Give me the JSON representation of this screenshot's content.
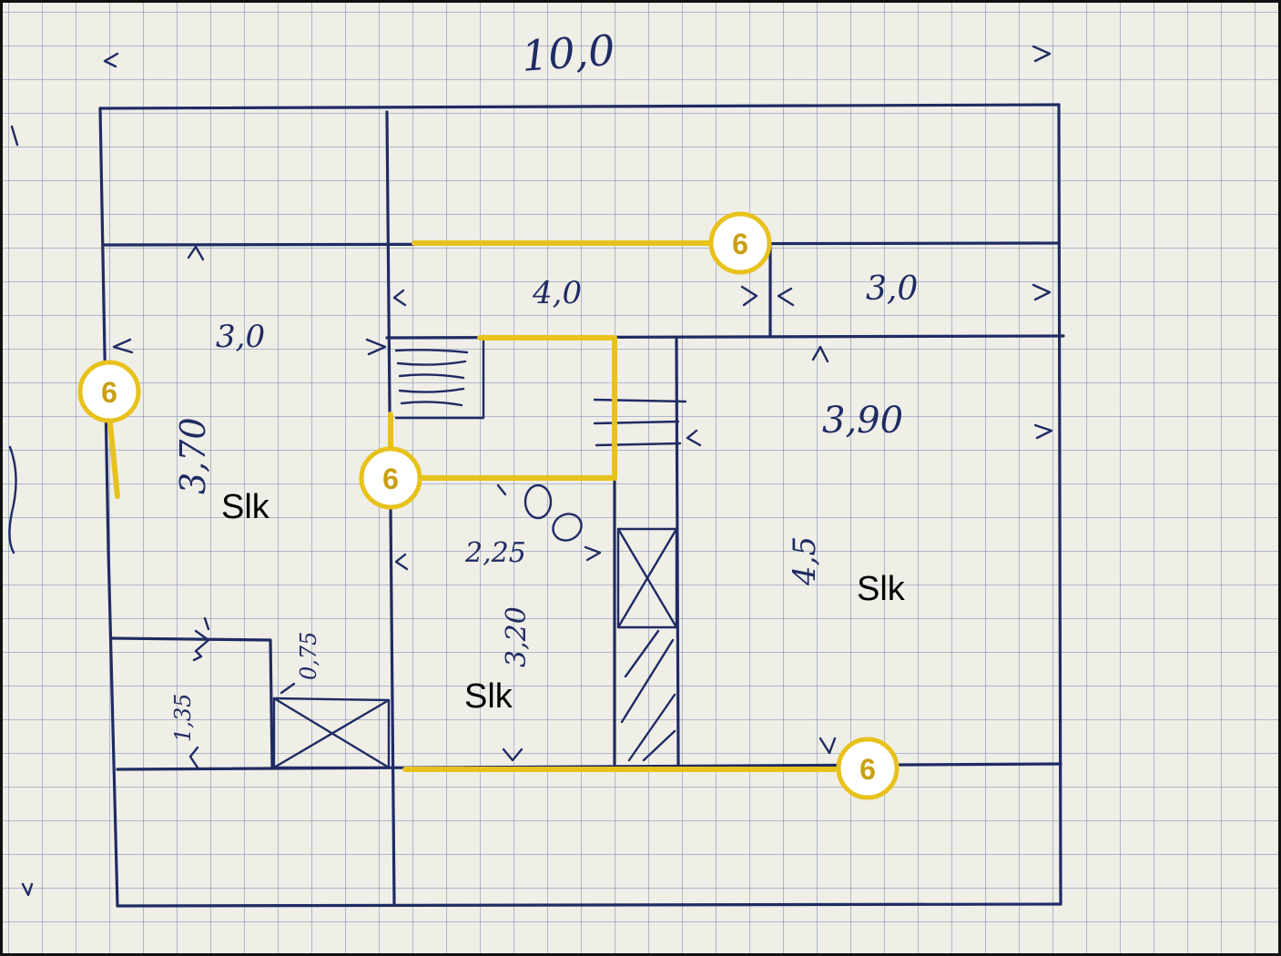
{
  "dimensions": {
    "total_width": "10,0",
    "top_mid": "4,0",
    "top_right": "3,0",
    "left_room_width": "3,0",
    "left_room_height": "3,70",
    "right_room_width": "3,90",
    "right_room_height": "4,5",
    "center_width": "2,25",
    "center_height": "3,20",
    "small_height": "1,35",
    "small_width": "0,75"
  },
  "rooms": {
    "left": "Slk",
    "center": "Slk",
    "right": "Slk"
  },
  "callouts": {
    "top": "6",
    "left": "6",
    "stair": "6",
    "bottom": "6"
  },
  "colors": {
    "ink": "#1f2b63",
    "callout": "#e8c21c",
    "paper": "#efeee7",
    "grid": "#788caf"
  }
}
